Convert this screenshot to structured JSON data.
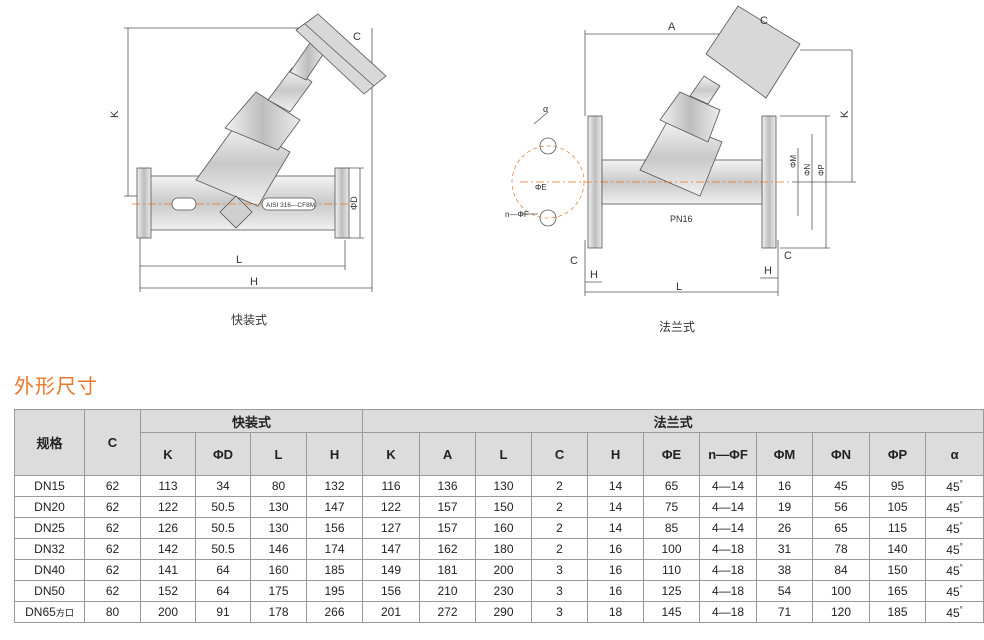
{
  "drawings": {
    "left": {
      "caption": "快装式",
      "dim_labels": {
        "C": "C",
        "K": "K",
        "L": "L",
        "H": "H",
        "D": "ΦD"
      },
      "body_marking": "AISI 316—CF8M"
    },
    "right": {
      "caption": "法兰式",
      "dim_labels": {
        "A": "A",
        "C_top": "C",
        "K": "K",
        "L": "L",
        "C_bottom": "C",
        "H_left": "H",
        "H_right": "H",
        "C_left": "C",
        "M": "ΦM",
        "N": "ΦN",
        "P": "ΦP",
        "E": "ΦE",
        "F": "n—ΦF",
        "alpha": "α"
      },
      "body_marking": "PN16"
    }
  },
  "section_title": "外形尺寸",
  "table": {
    "group_headers": {
      "spec": "规格",
      "c": "C",
      "quick": "快装式",
      "flange": "法兰式"
    },
    "quick_columns": [
      "K",
      "ΦD",
      "L",
      "H"
    ],
    "flange_columns": [
      "K",
      "A",
      "L",
      "C",
      "H",
      "ΦE",
      "n—ΦF",
      "ΦM",
      "ΦN",
      "ΦP",
      "α"
    ],
    "rows": [
      {
        "size": "DN15",
        "suffix": "",
        "c": "62",
        "quick": [
          "113",
          "34",
          "80",
          "132"
        ],
        "flange": [
          "116",
          "136",
          "130",
          "2",
          "14",
          "65",
          "4—14",
          "16",
          "45",
          "95",
          "45"
        ]
      },
      {
        "size": "DN20",
        "suffix": "",
        "c": "62",
        "quick": [
          "122",
          "50.5",
          "130",
          "147"
        ],
        "flange": [
          "122",
          "157",
          "150",
          "2",
          "14",
          "75",
          "4—14",
          "19",
          "56",
          "105",
          "45"
        ]
      },
      {
        "size": "DN25",
        "suffix": "",
        "c": "62",
        "quick": [
          "126",
          "50.5",
          "130",
          "156"
        ],
        "flange": [
          "127",
          "157",
          "160",
          "2",
          "14",
          "85",
          "4—14",
          "26",
          "65",
          "115",
          "45"
        ]
      },
      {
        "size": "DN32",
        "suffix": "",
        "c": "62",
        "quick": [
          "142",
          "50.5",
          "146",
          "174"
        ],
        "flange": [
          "147",
          "162",
          "180",
          "2",
          "16",
          "100",
          "4—18",
          "31",
          "78",
          "140",
          "45"
        ]
      },
      {
        "size": "DN40",
        "suffix": "",
        "c": "62",
        "quick": [
          "141",
          "64",
          "160",
          "185"
        ],
        "flange": [
          "149",
          "181",
          "200",
          "3",
          "16",
          "110",
          "4—18",
          "38",
          "84",
          "150",
          "45"
        ]
      },
      {
        "size": "DN50",
        "suffix": "",
        "c": "62",
        "quick": [
          "152",
          "64",
          "175",
          "195"
        ],
        "flange": [
          "156",
          "210",
          "230",
          "3",
          "16",
          "125",
          "4—18",
          "54",
          "100",
          "165",
          "45"
        ]
      },
      {
        "size": "DN65",
        "suffix": "方口",
        "c": "80",
        "quick": [
          "200",
          "91",
          "178",
          "266"
        ],
        "flange": [
          "201",
          "272",
          "290",
          "3",
          "18",
          "145",
          "4—18",
          "71",
          "120",
          "185",
          "45"
        ]
      }
    ],
    "degree_mark": "°"
  }
}
